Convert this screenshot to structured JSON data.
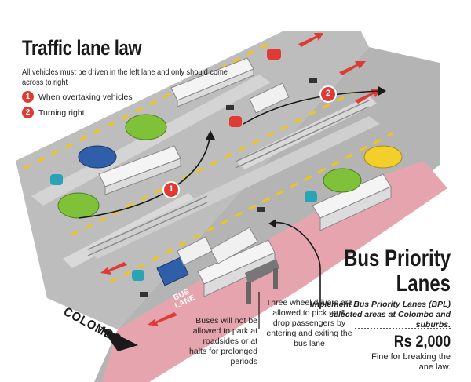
{
  "title": "Traffic lane law",
  "intro": "All vehicles must be driven in the left lane and only should come across to right",
  "rules": [
    {
      "number": "1",
      "text": "When overtaking vehicles"
    },
    {
      "number": "2",
      "text": "Turning right"
    }
  ],
  "bus_priority": {
    "title_line1": "Bus Priority",
    "title_line2": "Lanes",
    "description": "Implement Bus Priority Lanes (BPL) selected areas at Colombo and suburbs.",
    "fine_amount": "Rs 2,000",
    "fine_note": "Fine for breaking the lane law."
  },
  "callouts": {
    "buses": "Buses will not be allowed to park at roadsides or at halts for prolonged periods",
    "three_wheel": "Three wheel drivers are allowed to pick up & drop passengers by entering and exiting the bus lane"
  },
  "road_labels": {
    "direction": "COLOMBO",
    "bus_lane_line1": "BUS",
    "bus_lane_line2": "LANE"
  },
  "colors": {
    "road": "#b9b9b9",
    "bus_lane": "#e8a4ad",
    "arrow_red": "#e03a34",
    "marker_red": "#e03a34",
    "bus_white": "#f4f4f4",
    "car_green": "#7fc23a",
    "car_blue": "#2f5fa8",
    "car_yellow": "#f2cf2a",
    "tuktuk_teal": "#2aa3b4"
  }
}
